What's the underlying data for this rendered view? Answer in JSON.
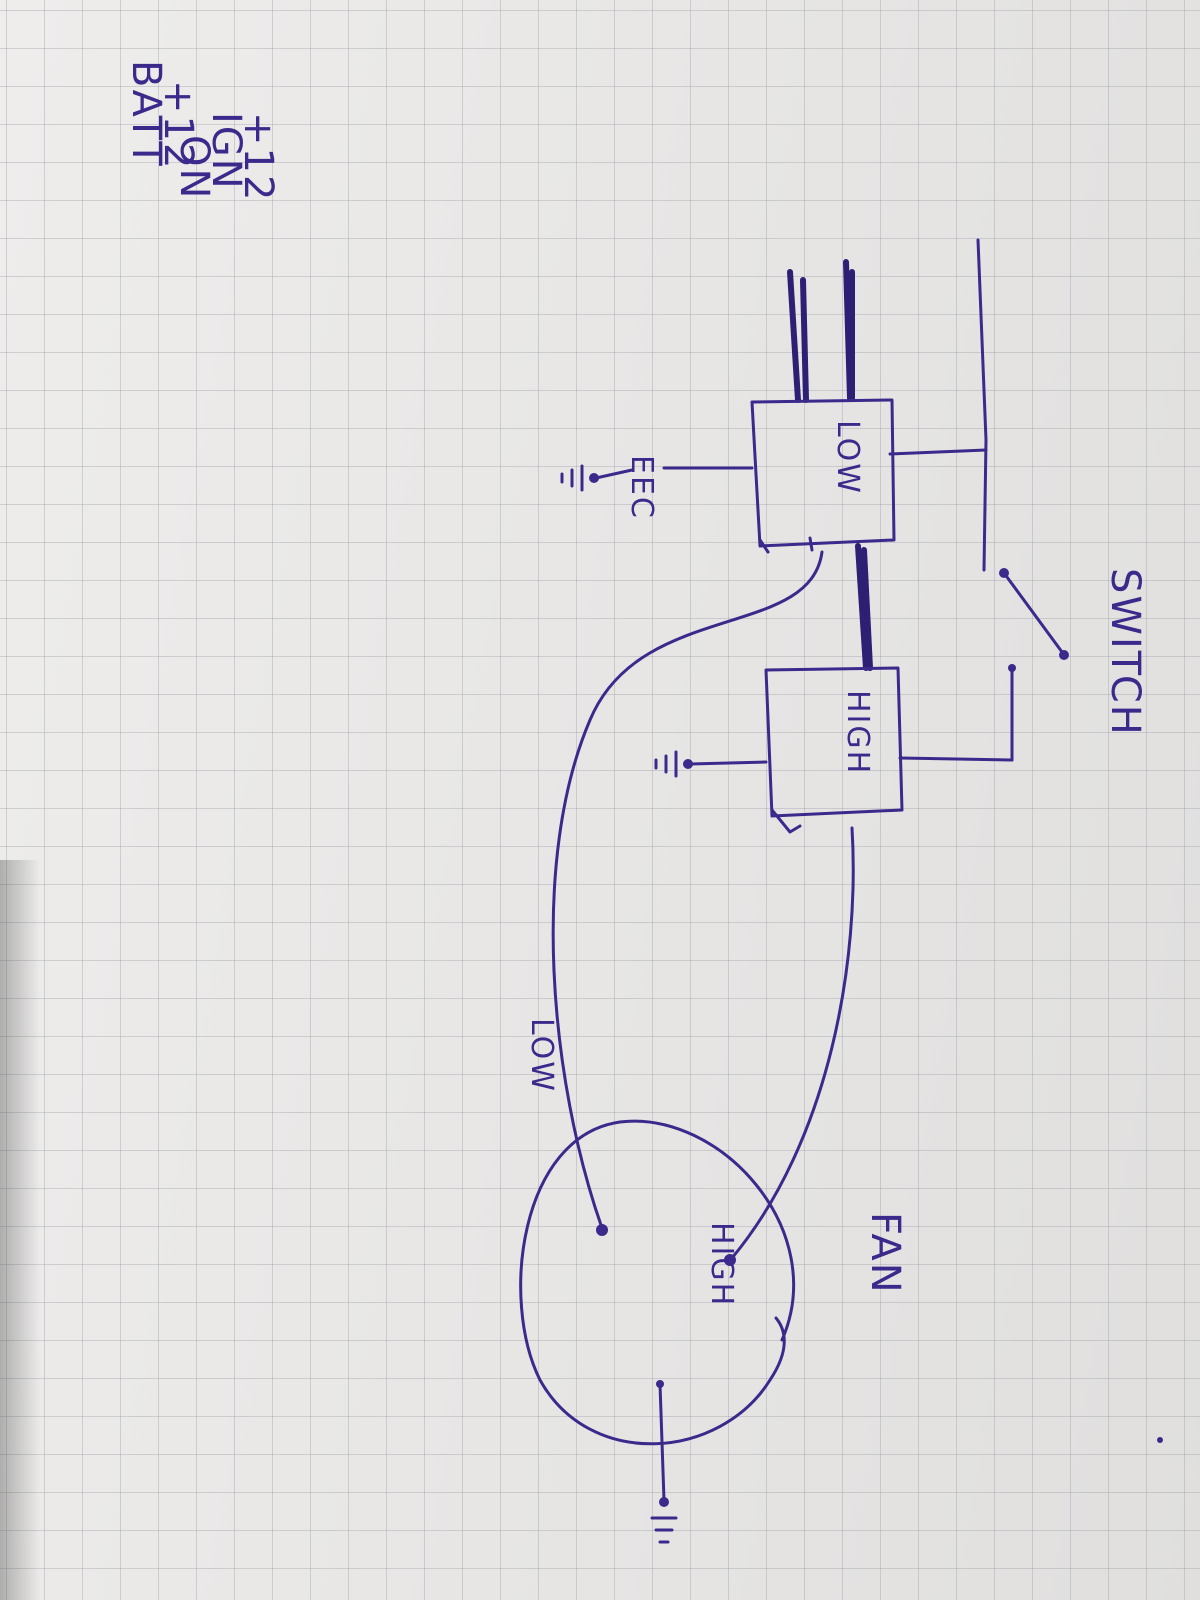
{
  "labels": {
    "ign": [
      "+12",
      "IGN",
      "ON"
    ],
    "batt": [
      "+12",
      "BATT"
    ],
    "switch": "SWITCH",
    "relay_low": "LOW",
    "relay_high": "HIGH",
    "eec": "EEC",
    "wire_low": "LOW",
    "fan": "FAN",
    "fan_high": "HIGH"
  },
  "colors": {
    "ink": "#3b2a8c",
    "paper": "#eeedec",
    "grid": "#9696a0"
  },
  "icons": {
    "ground": "ground-icon",
    "switch": "switch-icon"
  }
}
